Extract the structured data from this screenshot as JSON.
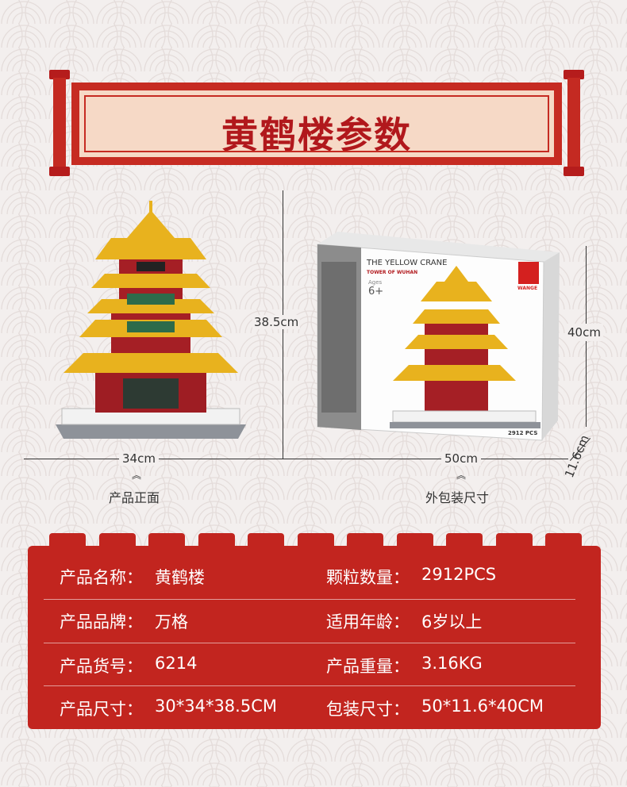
{
  "title": "黄鹤楼参数",
  "dimensions": {
    "model_height": "38.5cm",
    "model_width": "34cm",
    "box_width": "50cm",
    "box_height": "40cm",
    "box_depth": "11.6cm"
  },
  "captions": {
    "front": "产品正面",
    "package": "外包装尺寸"
  },
  "box_art": {
    "title": "THE YELLOW CRANE",
    "subtitle": "TOWER OF WUHAN",
    "ages_label": "Ages",
    "age": "6+",
    "brand": "WANGE",
    "pcs": "2912 PCS"
  },
  "specs": [
    {
      "label": "产品名称：",
      "value": "黄鹤楼",
      "label2": "颗粒数量：",
      "value2": "2912PCS"
    },
    {
      "label": "产品品牌：",
      "value": "万格",
      "label2": "适用年龄：",
      "value2": "6岁以上"
    },
    {
      "label": "产品货号：",
      "value": "6214",
      "label2": "产品重量：",
      "value2": "3.16KG"
    },
    {
      "label": "产品尺寸：",
      "value": "30*34*38.5CM",
      "label2": "包装尺寸：",
      "value2": "50*11.6*40CM"
    }
  ],
  "colors": {
    "accent_red": "#c2251f",
    "title_red": "#b1181c",
    "gold": "#e8b21e"
  }
}
